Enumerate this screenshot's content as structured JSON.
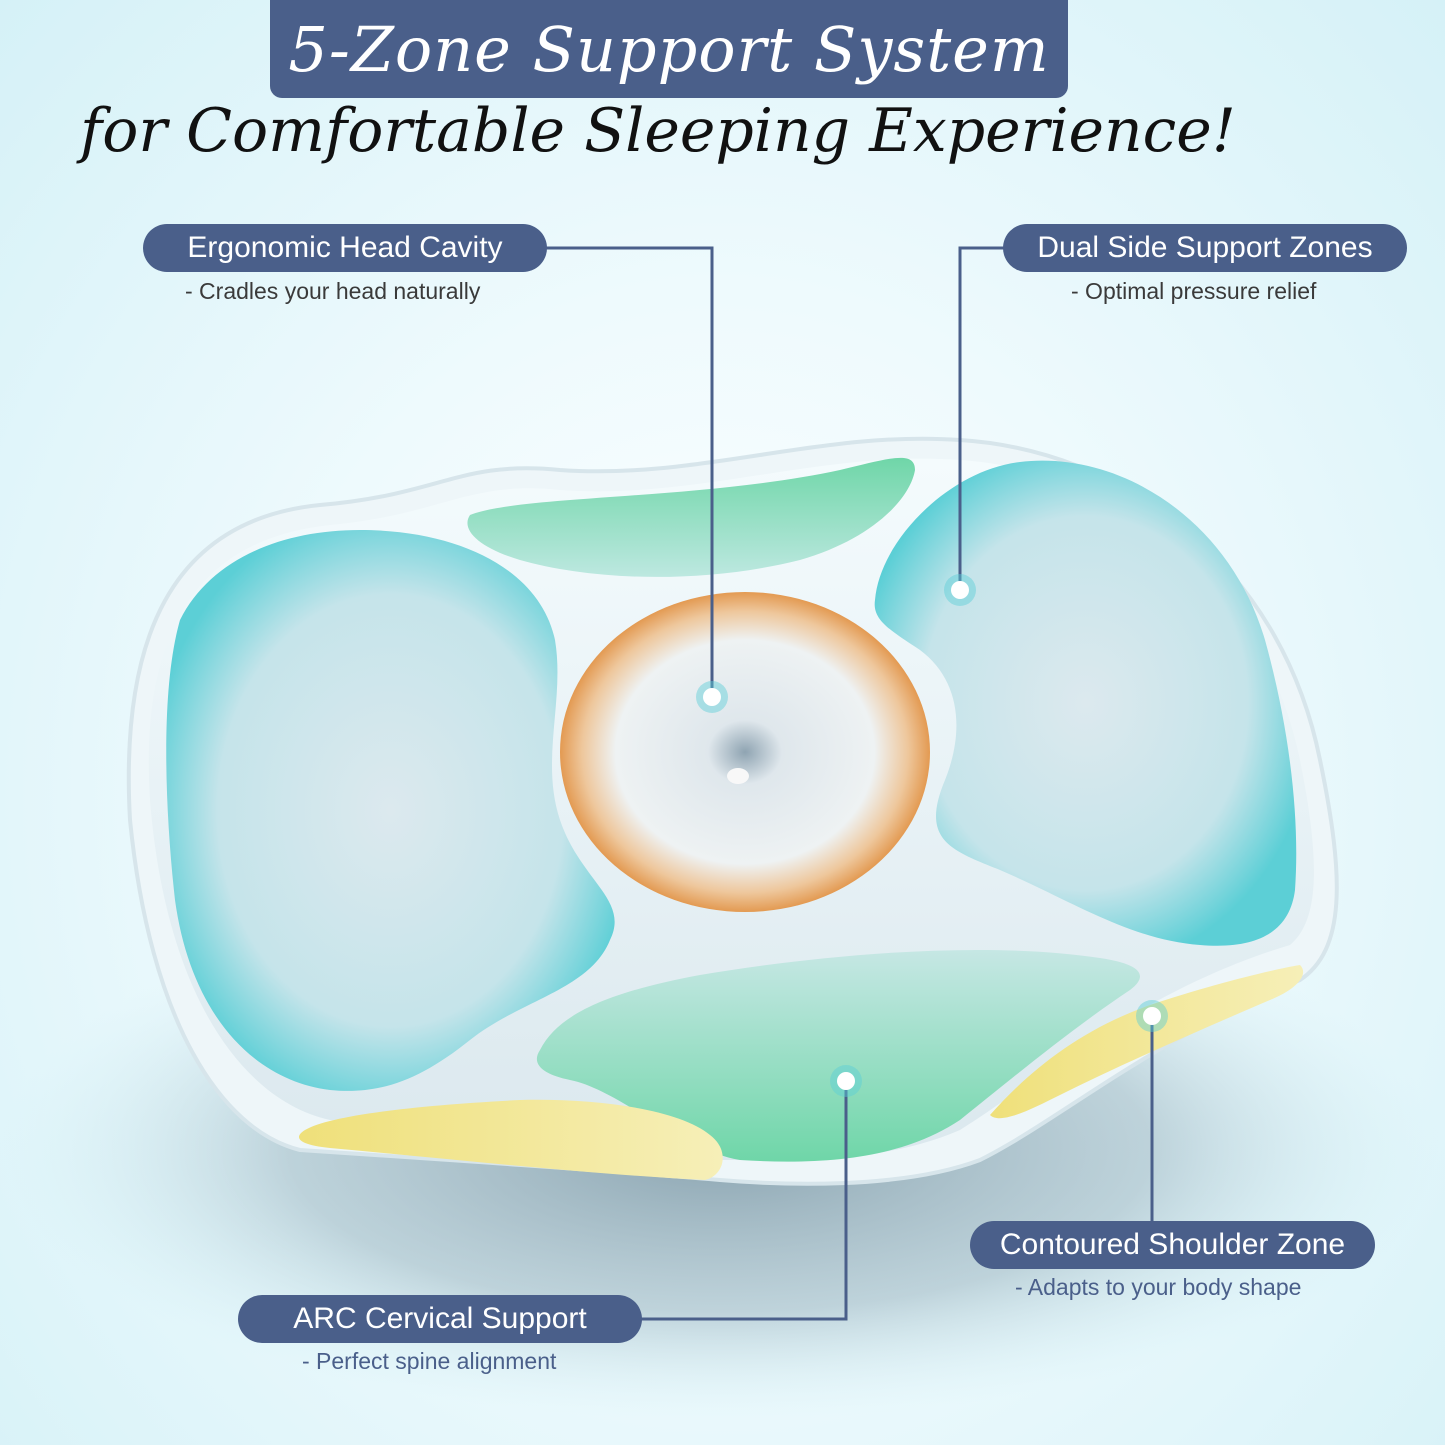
{
  "header": {
    "title": "5-Zone Support System",
    "subtitle": "for Comfortable Sleeping Experience!"
  },
  "callouts": {
    "head_cavity": {
      "label": "Ergonomic Head Cavity",
      "desc": "- Cradles your head naturally"
    },
    "side_support": {
      "label": "Dual Side Support Zones",
      "desc": "- Optimal pressure relief"
    },
    "shoulder_zone": {
      "label": "Contoured Shoulder Zone",
      "desc": "- Adapts to your body shape"
    },
    "cervical_support": {
      "label": "ARC Cervical Support",
      "desc": "- Perfect spine alignment"
    }
  },
  "colors": {
    "badge": "#4a5f8a",
    "side_zone": "#5ccfd6",
    "head_ring": "#e39a52",
    "edge_zone": "#6fd6a8",
    "shoulder_strip": "#efe07a"
  }
}
